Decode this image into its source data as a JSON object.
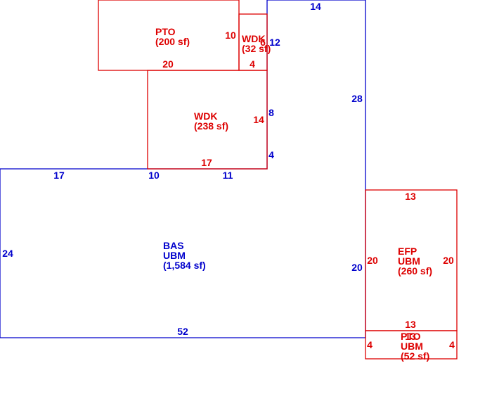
{
  "colors": {
    "main_structure": "#0000cc",
    "additions": "#dd0000",
    "background": "#ffffff"
  },
  "areas": {
    "bas": {
      "code": "BAS",
      "type": "UBM",
      "area": "(1,584 sf)"
    },
    "pto_top": {
      "code": "PTO",
      "area": "(200 sf)"
    },
    "wdk_small": {
      "code": "WDK",
      "area": "(32 sf)"
    },
    "wdk_large": {
      "code": "WDK",
      "area": "(238 sf)"
    },
    "efp": {
      "code": "EFP",
      "type": "UBM",
      "area": "(260 sf)"
    },
    "pto_bottom": {
      "code": "PTO",
      "type": "UBM",
      "area": "(52 sf)"
    }
  },
  "dimensions": {
    "bas": {
      "top_right": "14",
      "right_upper": "28",
      "right_lower": "20",
      "bottom": "52",
      "left": "24",
      "top_left": "17",
      "top_mid_a": "10",
      "top_mid_b": "11",
      "notch_upper": "8",
      "notch_lower": "4",
      "notch_top": "12"
    },
    "pto_top": {
      "right": "10",
      "bottom": "20"
    },
    "wdk_small": {
      "right": "6",
      "bottom": "4"
    },
    "wdk_large": {
      "right": "14",
      "bottom": "17"
    },
    "efp": {
      "top": "13",
      "left": "20",
      "right": "20",
      "bottom": "13"
    },
    "pto_bottom": {
      "left": "4",
      "right": "4",
      "top": "13"
    }
  }
}
